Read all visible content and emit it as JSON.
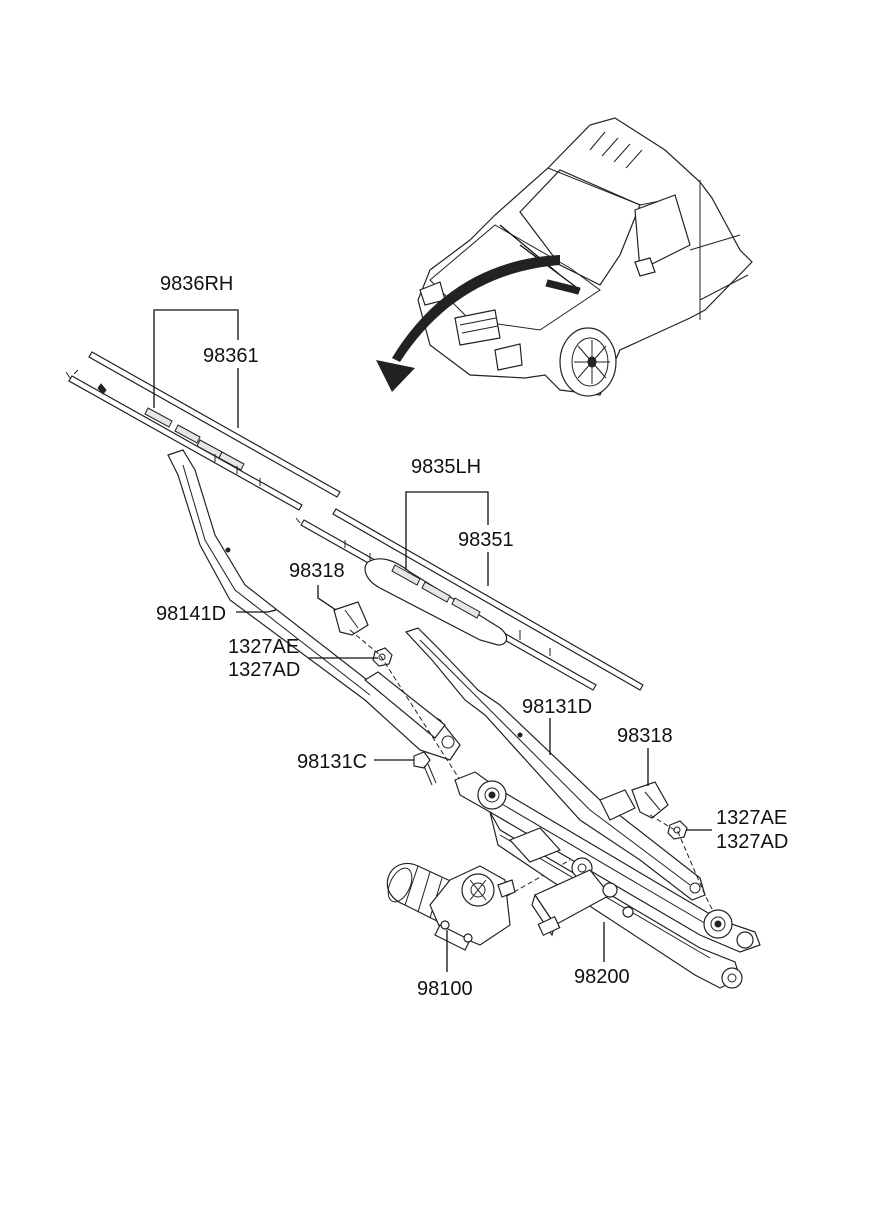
{
  "labels": {
    "rh_blade_assy": "9836RH",
    "rh_refill": "98361",
    "lh_blade_assy": "9835LH",
    "lh_refill": "98351",
    "cap_left": "98318",
    "cap_right": "98318",
    "arm_lh": "98141D",
    "nut_left_ae": "1327AE",
    "nut_left_ad": "1327AD",
    "nut_right_ae": "1327AE",
    "nut_right_ad": "1327AD",
    "arm_rh": "98131D",
    "pivot_cap": "98131C",
    "motor": "98100",
    "linkage": "98200"
  },
  "icons": {
    "vehicle": "vehicle-illustration",
    "arrow": "location-arrow-icon"
  },
  "colors": {
    "line": "#111111",
    "background": "#ffffff"
  }
}
